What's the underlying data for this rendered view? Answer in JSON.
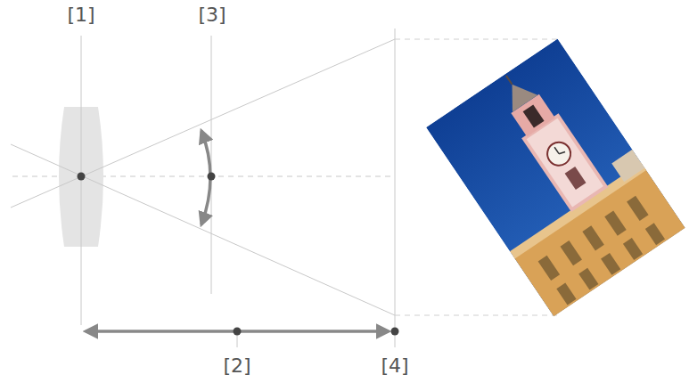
{
  "diagram": {
    "labels": [
      "[1]",
      "[3]",
      "[2]",
      "[4]"
    ]
  }
}
